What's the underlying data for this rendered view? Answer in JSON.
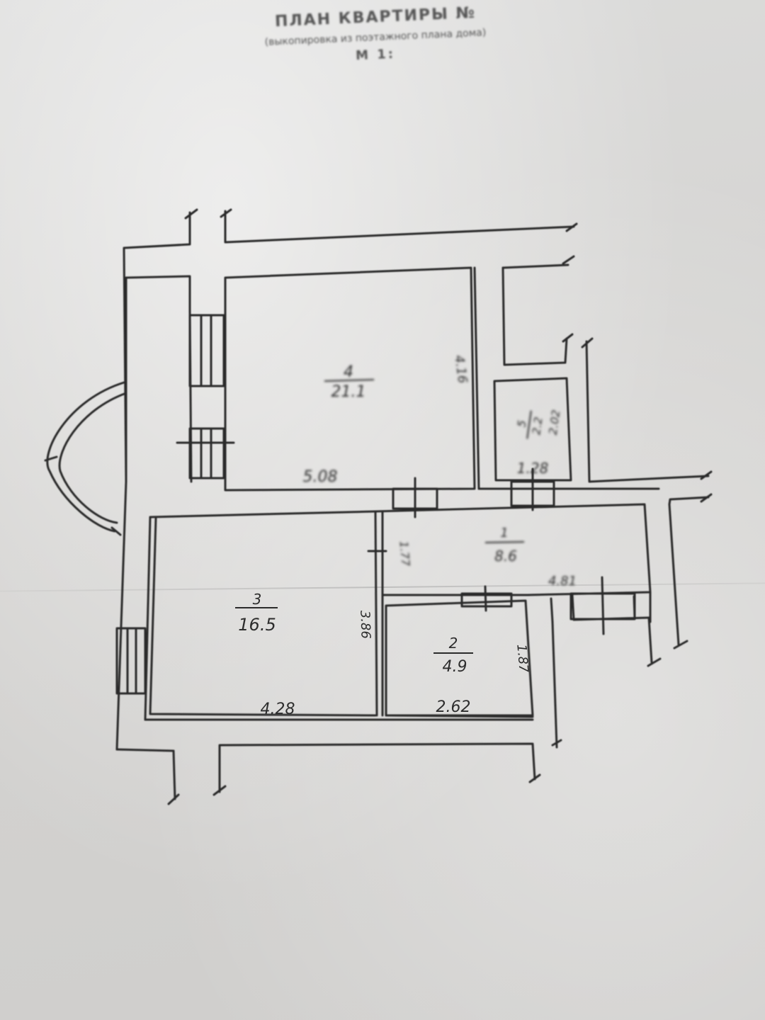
{
  "header": {
    "title": "ПЛАН КВАРТИРЫ №",
    "subtitle": "(выкопировка из поэтажного плана дома)",
    "scale": "М 1:"
  },
  "rooms": [
    {
      "number": "4",
      "area": "21.1"
    },
    {
      "number": "5",
      "area": "2.2"
    },
    {
      "number": "1",
      "area": "8.6"
    },
    {
      "number": "3",
      "area": "16.5"
    },
    {
      "number": "2",
      "area": "4.9"
    }
  ],
  "dimensions": {
    "room4_width": "5.08",
    "room4_height": "4.16",
    "room5_width": "1.28",
    "room5_height": "2.02",
    "room1_width": "4.81",
    "room1_height": "1.77",
    "room3_width": "4.28",
    "room3_height": "3.86",
    "room2_width": "2.62",
    "room2_height": "1.87"
  },
  "colors": {
    "paper": "#d6d5d3",
    "ink": "#2b2b2b"
  }
}
